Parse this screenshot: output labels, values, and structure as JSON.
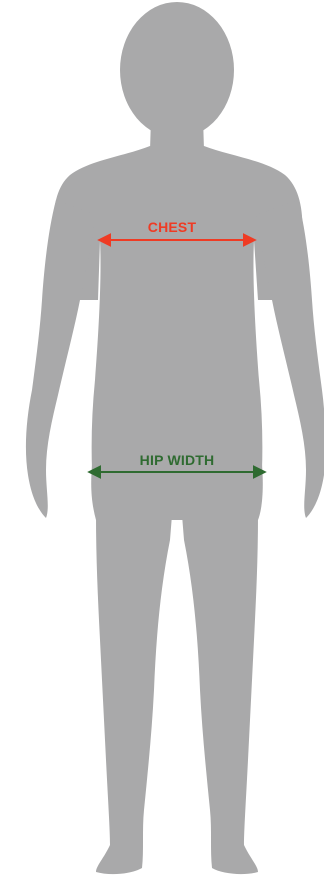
{
  "figure": {
    "silhouette_color": "#a9a9aa",
    "background_color": "#ffffff"
  },
  "measurements": [
    {
      "id": "chest",
      "label": "CHEST",
      "color": "#ef3b24",
      "icon": "double-arrow-horizontal"
    },
    {
      "id": "hip",
      "label": "HIP WIDTH",
      "color": "#2f6b31",
      "icon": "double-arrow-horizontal"
    }
  ]
}
